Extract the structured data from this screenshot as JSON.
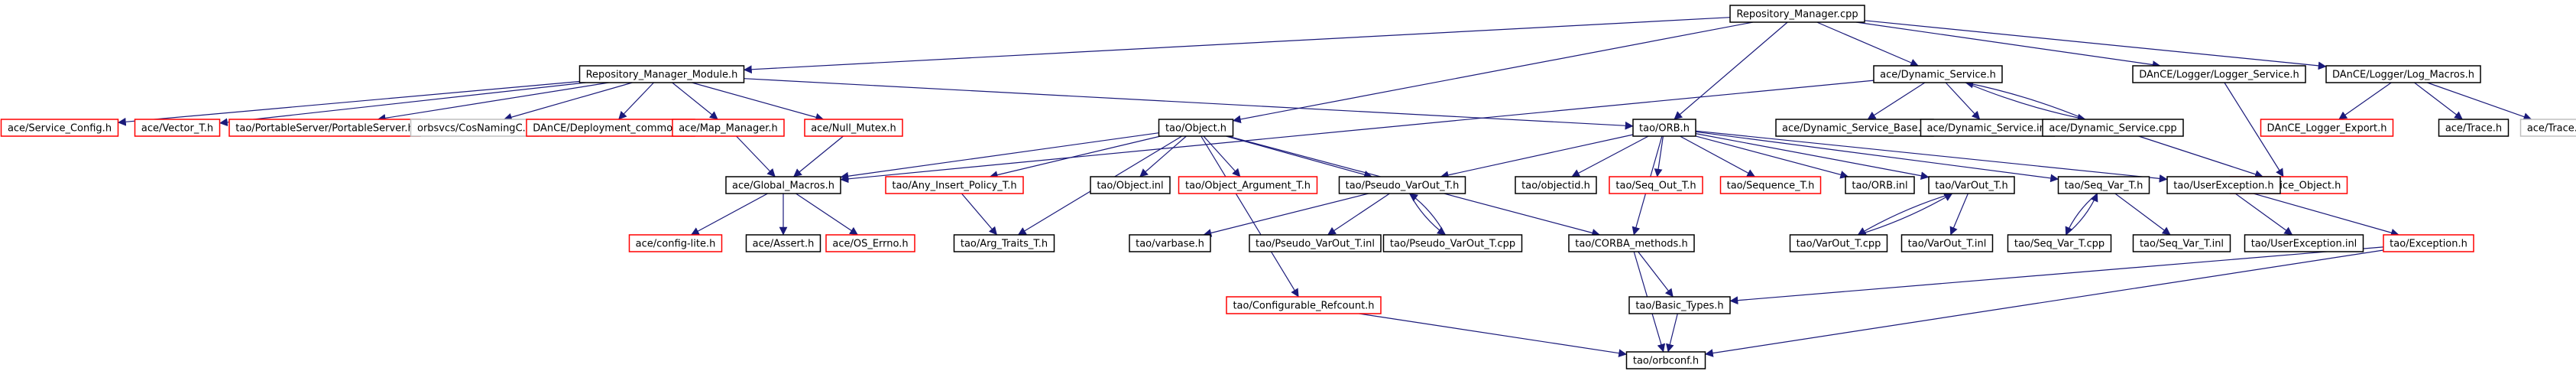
{
  "diagram": {
    "colors": {
      "root_fill": "#c0c0c0",
      "normal_border": "#000000",
      "missing_border": "#ff0000",
      "external_border": "#bfbfbf",
      "edge": "#1a1a7a"
    },
    "nodes": [
      {
        "id": "repo_cpp",
        "label": "Repository_Manager.cpp",
        "kind": "root"
      },
      {
        "id": "repo_mod",
        "label": "Repository_Manager_Module.h",
        "kind": "normal"
      },
      {
        "id": "svc_cfg",
        "label": "ace/Service_Config.h",
        "kind": "missing"
      },
      {
        "id": "vector_t",
        "label": "ace/Vector_T.h",
        "kind": "missing"
      },
      {
        "id": "portable",
        "label": "tao/PortableServer/PortableServer.h",
        "kind": "missing"
      },
      {
        "id": "cosnaming",
        "label": "orbsvcs/CosNamingC.h",
        "kind": "external"
      },
      {
        "id": "dance_dep",
        "label": "DAnCE/Deployment_common.h",
        "kind": "missing"
      },
      {
        "id": "map_mgr",
        "label": "ace/Map_Manager.h",
        "kind": "missing"
      },
      {
        "id": "null_mutex",
        "label": "ace/Null_Mutex.h",
        "kind": "missing"
      },
      {
        "id": "obj_h",
        "label": "tao/Object.h",
        "kind": "normal"
      },
      {
        "id": "orb_h",
        "label": "tao/ORB.h",
        "kind": "normal"
      },
      {
        "id": "dyn_svc",
        "label": "ace/Dynamic_Service.h",
        "kind": "normal"
      },
      {
        "id": "logger_svc",
        "label": "DAnCE/Logger/Logger_Service.h",
        "kind": "normal"
      },
      {
        "id": "log_macros",
        "label": "DAnCE/Logger/Log_Macros.h",
        "kind": "normal"
      },
      {
        "id": "dyn_base",
        "label": "ace/Dynamic_Service_Base.h",
        "kind": "normal"
      },
      {
        "id": "dyn_inl",
        "label": "ace/Dynamic_Service.inl",
        "kind": "normal"
      },
      {
        "id": "dyn_cpp",
        "label": "ace/Dynamic_Service.cpp",
        "kind": "normal"
      },
      {
        "id": "logger_export",
        "label": "DAnCE_Logger_Export.h",
        "kind": "missing"
      },
      {
        "id": "trace_h",
        "label": "ace/Trace.h",
        "kind": "normal"
      },
      {
        "id": "trace_h2",
        "label": "ace/Trace.h",
        "kind": "external"
      },
      {
        "id": "svc_obj",
        "label": "ace/Service_Object.h",
        "kind": "missing"
      },
      {
        "id": "glob_macros",
        "label": "ace/Global_Macros.h",
        "kind": "normal"
      },
      {
        "id": "any_insert",
        "label": "tao/Any_Insert_Policy_T.h",
        "kind": "missing"
      },
      {
        "id": "obj_inl",
        "label": "tao/Object.inl",
        "kind": "normal"
      },
      {
        "id": "obj_arg",
        "label": "tao/Object_Argument_T.h",
        "kind": "missing"
      },
      {
        "id": "pseudo_h",
        "label": "tao/Pseudo_VarOut_T.h",
        "kind": "normal"
      },
      {
        "id": "objectid",
        "label": "tao/objectid.h",
        "kind": "normal"
      },
      {
        "id": "seq_out",
        "label": "tao/Seq_Out_T.h",
        "kind": "missing"
      },
      {
        "id": "sequence",
        "label": "tao/Sequence_T.h",
        "kind": "missing"
      },
      {
        "id": "orb_inl",
        "label": "tao/ORB.inl",
        "kind": "normal"
      },
      {
        "id": "varout_h",
        "label": "tao/VarOut_T.h",
        "kind": "normal"
      },
      {
        "id": "seqvar_h",
        "label": "tao/Seq_Var_T.h",
        "kind": "normal"
      },
      {
        "id": "userexc",
        "label": "tao/UserException.h",
        "kind": "normal"
      },
      {
        "id": "config_lite",
        "label": "ace/config-lite.h",
        "kind": "missing"
      },
      {
        "id": "assert_h",
        "label": "ace/Assert.h",
        "kind": "normal"
      },
      {
        "id": "os_errno",
        "label": "ace/OS_Errno.h",
        "kind": "missing"
      },
      {
        "id": "arg_traits",
        "label": "tao/Arg_Traits_T.h",
        "kind": "normal"
      },
      {
        "id": "varbase",
        "label": "tao/varbase.h",
        "kind": "normal"
      },
      {
        "id": "pseudo_inl",
        "label": "tao/Pseudo_VarOut_T.inl",
        "kind": "normal"
      },
      {
        "id": "pseudo_cpp",
        "label": "tao/Pseudo_VarOut_T.cpp",
        "kind": "normal"
      },
      {
        "id": "corba_methods",
        "label": "tao/CORBA_methods.h",
        "kind": "normal"
      },
      {
        "id": "varout_cpp",
        "label": "tao/VarOut_T.cpp",
        "kind": "normal"
      },
      {
        "id": "varout_inl",
        "label": "tao/VarOut_T.inl",
        "kind": "normal"
      },
      {
        "id": "seqvar_cpp",
        "label": "tao/Seq_Var_T.cpp",
        "kind": "normal"
      },
      {
        "id": "seqvar_inl",
        "label": "tao/Seq_Var_T.inl",
        "kind": "normal"
      },
      {
        "id": "userexc_inl",
        "label": "tao/UserException.inl",
        "kind": "normal"
      },
      {
        "id": "exception",
        "label": "tao/Exception.h",
        "kind": "missing"
      },
      {
        "id": "configurable",
        "label": "tao/Configurable_Refcount.h",
        "kind": "missing"
      },
      {
        "id": "basic_types",
        "label": "tao/Basic_Types.h",
        "kind": "normal"
      },
      {
        "id": "orbconf",
        "label": "tao/orbconf.h",
        "kind": "normal"
      }
    ],
    "edges": [
      [
        "repo_cpp",
        "repo_mod"
      ],
      [
        "repo_cpp",
        "obj_h"
      ],
      [
        "repo_cpp",
        "orb_h"
      ],
      [
        "repo_cpp",
        "dyn_svc"
      ],
      [
        "repo_cpp",
        "logger_svc"
      ],
      [
        "repo_cpp",
        "log_macros"
      ],
      [
        "repo_mod",
        "svc_cfg"
      ],
      [
        "repo_mod",
        "vector_t"
      ],
      [
        "repo_mod",
        "portable"
      ],
      [
        "repo_mod",
        "cosnaming"
      ],
      [
        "repo_mod",
        "dance_dep"
      ],
      [
        "repo_mod",
        "map_mgr"
      ],
      [
        "repo_mod",
        "null_mutex"
      ],
      [
        "repo_mod",
        "orb_h"
      ],
      [
        "map_mgr",
        "glob_macros"
      ],
      [
        "null_mutex",
        "glob_macros"
      ],
      [
        "dyn_svc",
        "glob_macros"
      ],
      [
        "dyn_svc",
        "dyn_base"
      ],
      [
        "dyn_svc",
        "dyn_inl"
      ],
      [
        "dyn_svc",
        "dyn_cpp"
      ],
      [
        "dyn_cpp",
        "dyn_svc"
      ],
      [
        "dyn_cpp",
        "svc_obj"
      ],
      [
        "logger_svc",
        "svc_obj"
      ],
      [
        "log_macros",
        "logger_export"
      ],
      [
        "log_macros",
        "trace_h"
      ],
      [
        "log_macros",
        "trace_h2"
      ],
      [
        "obj_h",
        "glob_macros"
      ],
      [
        "obj_h",
        "any_insert"
      ],
      [
        "obj_h",
        "obj_inl"
      ],
      [
        "obj_h",
        "obj_arg"
      ],
      [
        "obj_h",
        "pseudo_h"
      ],
      [
        "obj_h",
        "arg_traits"
      ],
      [
        "obj_h",
        "configurable"
      ],
      [
        "obj_h",
        "corba_methods"
      ],
      [
        "orb_h",
        "pseudo_h"
      ],
      [
        "orb_h",
        "objectid"
      ],
      [
        "orb_h",
        "seq_out"
      ],
      [
        "orb_h",
        "sequence"
      ],
      [
        "orb_h",
        "orb_inl"
      ],
      [
        "orb_h",
        "varout_h"
      ],
      [
        "orb_h",
        "seqvar_h"
      ],
      [
        "orb_h",
        "userexc"
      ],
      [
        "orb_h",
        "corba_methods"
      ],
      [
        "glob_macros",
        "config_lite"
      ],
      [
        "glob_macros",
        "assert_h"
      ],
      [
        "glob_macros",
        "os_errno"
      ],
      [
        "any_insert",
        "arg_traits"
      ],
      [
        "pseudo_h",
        "varbase"
      ],
      [
        "pseudo_h",
        "pseudo_inl"
      ],
      [
        "pseudo_h",
        "pseudo_cpp"
      ],
      [
        "pseudo_cpp",
        "pseudo_h"
      ],
      [
        "varout_h",
        "varout_cpp"
      ],
      [
        "varout_h",
        "varout_inl"
      ],
      [
        "varout_cpp",
        "varout_h"
      ],
      [
        "seqvar_h",
        "seqvar_cpp"
      ],
      [
        "seqvar_h",
        "seqvar_inl"
      ],
      [
        "seqvar_cpp",
        "seqvar_h"
      ],
      [
        "userexc",
        "userexc_inl"
      ],
      [
        "userexc",
        "exception"
      ],
      [
        "exception",
        "basic_types"
      ],
      [
        "exception",
        "orbconf"
      ],
      [
        "corba_methods",
        "basic_types"
      ],
      [
        "corba_methods",
        "orbconf"
      ],
      [
        "configurable",
        "orbconf"
      ],
      [
        "basic_types",
        "orbconf"
      ]
    ]
  }
}
